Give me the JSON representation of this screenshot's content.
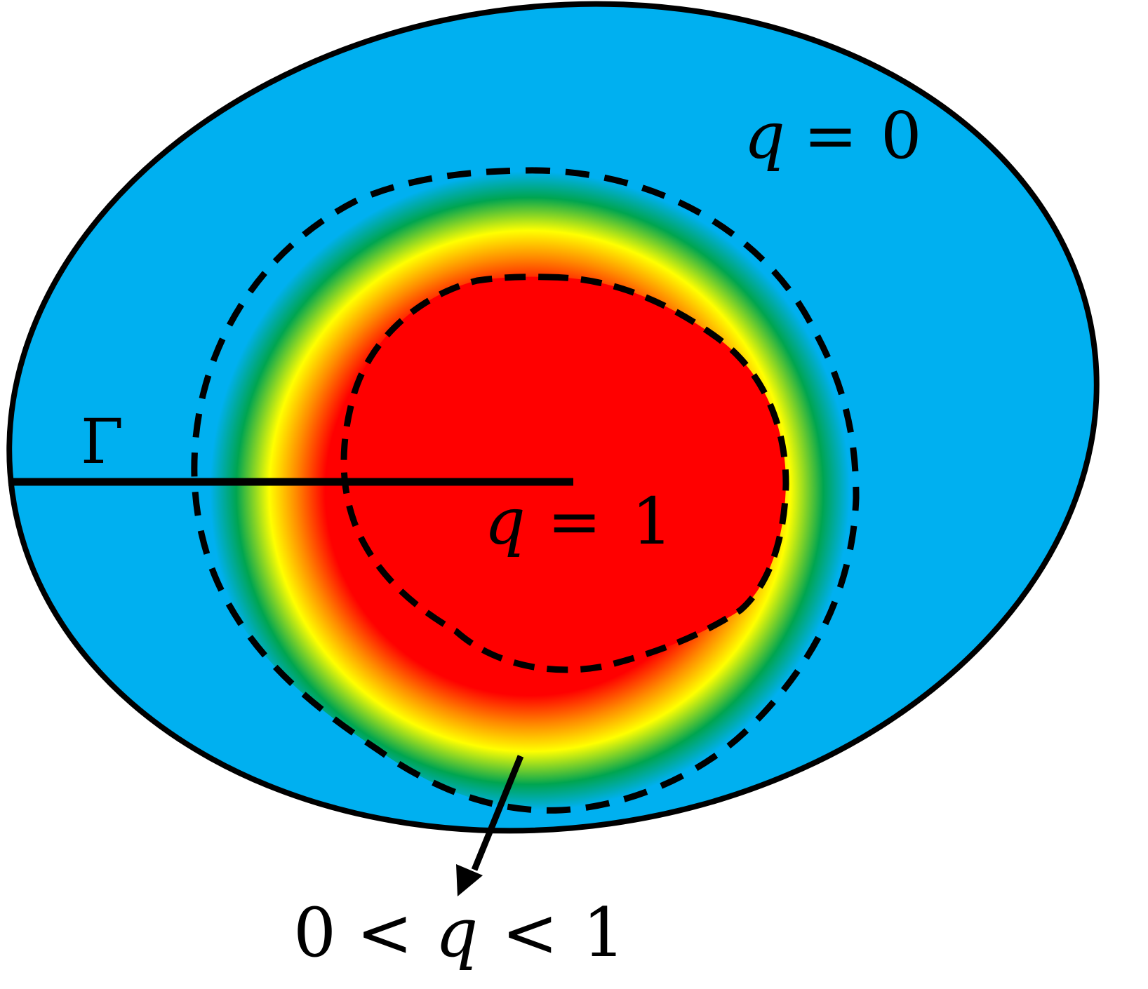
{
  "labels": {
    "outer": {
      "variable": "q",
      "relation": "=",
      "value": "0"
    },
    "inner": {
      "variable": "q",
      "relation": "=",
      "value": "1"
    },
    "boundary": "Γ",
    "transition": {
      "lower": "0",
      "op1": "<",
      "variable": "q",
      "op2": "<",
      "upper": "1"
    }
  },
  "colors": {
    "outer_region": "#00b0f0",
    "core": "#ff0000",
    "orange": "#ff8c00",
    "yellow": "#ffff00",
    "green": "#00a550",
    "outline": "#000000"
  }
}
